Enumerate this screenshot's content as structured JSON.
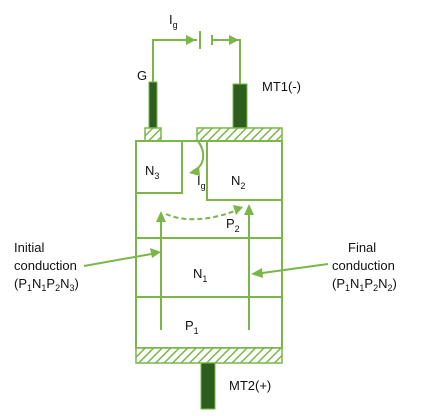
{
  "colors": {
    "line": "#7ab648",
    "dark": "#2e5e1e",
    "hatch": "#7ab648",
    "text": "#111111"
  },
  "labels": {
    "gate_current": "I",
    "gate_current_sub": "g",
    "gate": "G",
    "mt1": "MT1(-)",
    "mt2": "MT2(+)",
    "n3": "N",
    "n3_sub": "3",
    "n2": "N",
    "n2_sub": "2",
    "p2": "P",
    "p2_sub": "2",
    "n1": "N",
    "n1_sub": "1",
    "p1": "P",
    "p1_sub": "1",
    "inner_gate_current": "I",
    "inner_gate_current_sub": "g",
    "initial_line1": "Initial",
    "initial_line2": "conduction",
    "initial_line3_open": "(P",
    "initial_seq": [
      "1",
      "N",
      "1",
      "P",
      "2",
      "N",
      "3"
    ],
    "final_line1": "Final",
    "final_line2": "conduction",
    "final_line3_open": "(P",
    "final_seq": [
      "1",
      "N",
      "1",
      "P",
      "2",
      "N",
      "2"
    ],
    "close_paren": ")"
  }
}
